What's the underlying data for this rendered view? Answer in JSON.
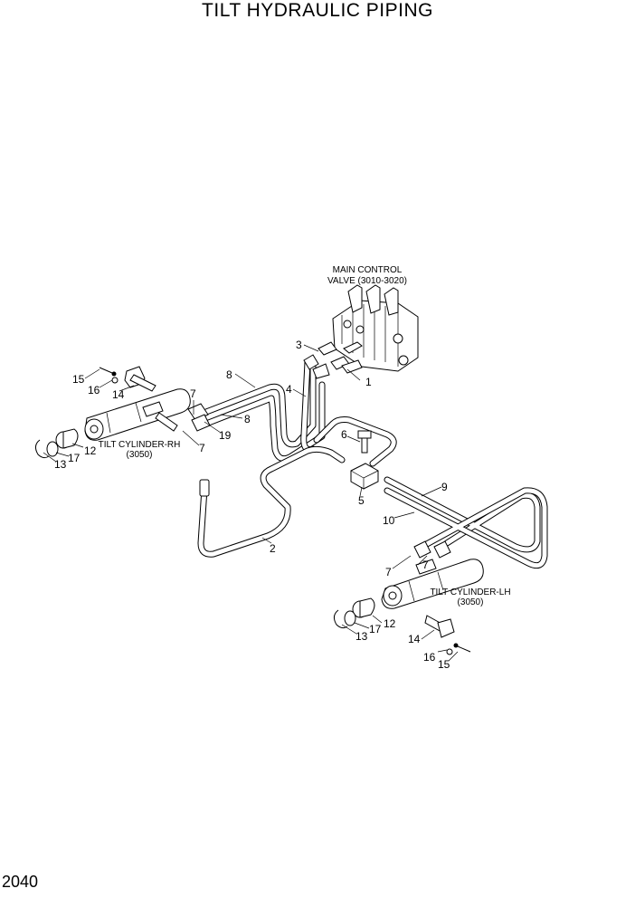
{
  "title": "TILT HYDRAULIC PIPING",
  "page_number": "2040",
  "captions": {
    "main_valve_line1": "MAIN CONTROL",
    "main_valve_line2": "VALVE (3010-3020)",
    "cyl_rh_line1": "TILT CYLINDER-RH",
    "cyl_rh_line2": "(3050)",
    "cyl_lh_line1": "TILT CYLINDER-LH",
    "cyl_lh_line2": "(3050)"
  },
  "callouts": {
    "c1": "1",
    "c2": "2",
    "c3": "3",
    "c4": "4",
    "c5": "5",
    "c6": "6",
    "c7a": "7",
    "c7b": "7",
    "c7c": "7",
    "c7d": "7",
    "c8a": "8",
    "c8b": "8",
    "c9": "9",
    "c10": "10",
    "c12a": "12",
    "c12b": "12",
    "c13a": "13",
    "c13b": "13",
    "c14a": "14",
    "c14b": "14",
    "c15a": "15",
    "c15b": "15",
    "c16a": "16",
    "c16b": "16",
    "c17a": "17",
    "c17b": "17",
    "c19": "19"
  }
}
